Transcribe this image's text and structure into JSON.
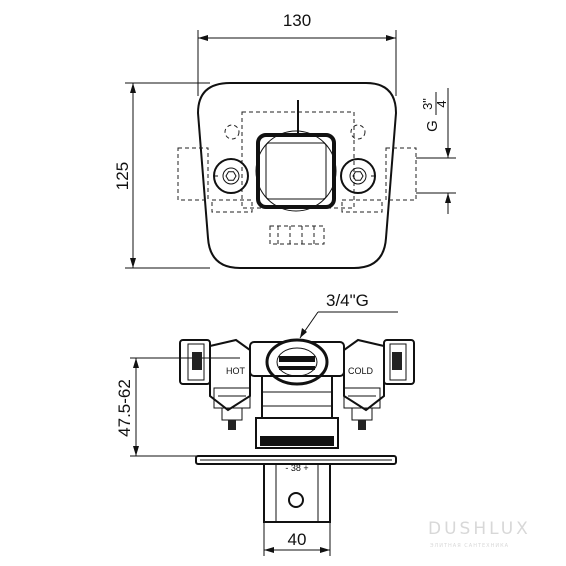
{
  "top_view": {
    "width_label": "130",
    "height_label": "125",
    "thread_numerator": "3\"",
    "thread_denominator": "4",
    "thread_unit": "G"
  },
  "front_view": {
    "thread_label": "3/4\"G",
    "depth_label": "47.5-62",
    "body_width_label": "40",
    "scale_label": "- 38 +",
    "hot_label": "HOT",
    "cold_label": "COLD"
  },
  "watermark": {
    "brand": "DUSHLUX",
    "tagline": "ЭЛИТНАЯ САНТЕХНИКА"
  }
}
